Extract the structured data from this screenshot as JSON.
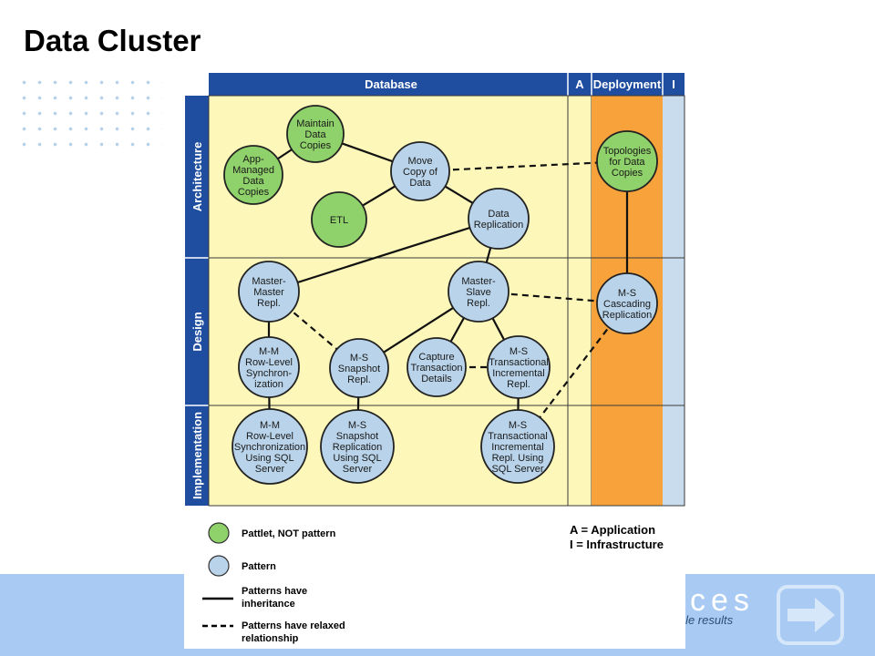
{
  "title": "Data Cluster",
  "columns": {
    "database": "Database",
    "application": "A",
    "deployment": "Deployment",
    "infrastructure": "I"
  },
  "rows": {
    "architecture": "Architecture",
    "design": "Design",
    "implementation": "Implementation"
  },
  "nodes": {
    "maintain": {
      "lines": [
        "Maintain",
        "Data",
        "Copies"
      ],
      "kind": "pattlet"
    },
    "appmanaged": {
      "lines": [
        "App-",
        "Managed",
        "Data",
        "Copies"
      ],
      "kind": "pattlet"
    },
    "move": {
      "lines": [
        "Move",
        "Copy of",
        "Data"
      ],
      "kind": "pattern"
    },
    "etl": {
      "lines": [
        "ETL"
      ],
      "kind": "pattlet"
    },
    "replication": {
      "lines": [
        "Data",
        "Replication"
      ],
      "kind": "pattern"
    },
    "topologies": {
      "lines": [
        "Topologies",
        "for Data",
        "Copies"
      ],
      "kind": "pattlet"
    },
    "mastermaster": {
      "lines": [
        "Master-",
        "Master",
        "Repl."
      ],
      "kind": "pattern"
    },
    "masterslave": {
      "lines": [
        "Master-",
        "Slave",
        "Repl."
      ],
      "kind": "pattern"
    },
    "cascading": {
      "lines": [
        "M-S",
        "Cascading",
        "Replication"
      ],
      "kind": "pattern"
    },
    "mmrowlevel": {
      "lines": [
        "M-M",
        "Row-Level",
        "Synchron-",
        "ization"
      ],
      "kind": "pattern"
    },
    "mssnapshot": {
      "lines": [
        "M-S",
        "Snapshot",
        "Repl."
      ],
      "kind": "pattern"
    },
    "capture": {
      "lines": [
        "Capture",
        "Transaction",
        "Details"
      ],
      "kind": "pattern"
    },
    "mstrans": {
      "lines": [
        "M-S",
        "Transactional",
        "Incremental",
        "Repl."
      ],
      "kind": "pattern"
    },
    "mmrowsql": {
      "lines": [
        "M-M",
        "Row-Level",
        "Synchronization",
        "Using SQL",
        "Server"
      ],
      "kind": "pattern"
    },
    "mssnapsql": {
      "lines": [
        "M-S",
        "Snapshot",
        "Replication",
        "Using SQL",
        "Server"
      ],
      "kind": "pattern"
    },
    "mstranssql": {
      "lines": [
        "M-S",
        "Transactional",
        "Incremental",
        "Repl. Using",
        "SQL Server"
      ],
      "kind": "pattern"
    }
  },
  "edges": [
    {
      "from": "maintain",
      "to": "appmanaged",
      "style": "solid"
    },
    {
      "from": "maintain",
      "to": "move",
      "style": "solid"
    },
    {
      "from": "move",
      "to": "etl",
      "style": "solid"
    },
    {
      "from": "move",
      "to": "replication",
      "style": "solid"
    },
    {
      "from": "move",
      "to": "topologies",
      "style": "dashed"
    },
    {
      "from": "replication",
      "to": "mastermaster",
      "style": "solid"
    },
    {
      "from": "replication",
      "to": "masterslave",
      "style": "solid"
    },
    {
      "from": "topologies",
      "to": "cascading",
      "style": "solid"
    },
    {
      "from": "masterslave",
      "to": "cascading",
      "style": "dashed"
    },
    {
      "from": "mastermaster",
      "to": "mmrowlevel",
      "style": "solid"
    },
    {
      "from": "mastermaster",
      "to": "mssnapshot",
      "style": "dashed"
    },
    {
      "from": "masterslave",
      "to": "mssnapshot",
      "style": "solid"
    },
    {
      "from": "masterslave",
      "to": "capture",
      "style": "solid"
    },
    {
      "from": "masterslave",
      "to": "mstrans",
      "style": "solid"
    },
    {
      "from": "capture",
      "to": "mstrans",
      "style": "dashed"
    },
    {
      "from": "mmrowlevel",
      "to": "mmrowsql",
      "style": "solid"
    },
    {
      "from": "mssnapshot",
      "to": "mssnapsql",
      "style": "solid"
    },
    {
      "from": "mstrans",
      "to": "mstranssql",
      "style": "solid"
    },
    {
      "from": "cascading",
      "to": "mstranssql",
      "style": "dashed"
    }
  ],
  "legend": {
    "pattlet": "Pattlet, NOT pattern",
    "pattern": "Pattern",
    "inheritance": [
      "Patterns have",
      "inheritance"
    ],
    "relaxed": [
      "Patterns have relaxed",
      "relationship"
    ],
    "application_def": "A = Application",
    "infrastructure_def": "I = Infrastructure"
  },
  "colors": {
    "pattlet": "#8fd16a",
    "pattern": "#b9d4ea",
    "header_blue": "#1f4ea0",
    "database_bg": "#fdf7b9",
    "deployment_bg": "#f7a23b",
    "infrastructure_bg": "#c8dcee"
  },
  "footer": {
    "brand": "tices",
    "tagline": "table results"
  }
}
